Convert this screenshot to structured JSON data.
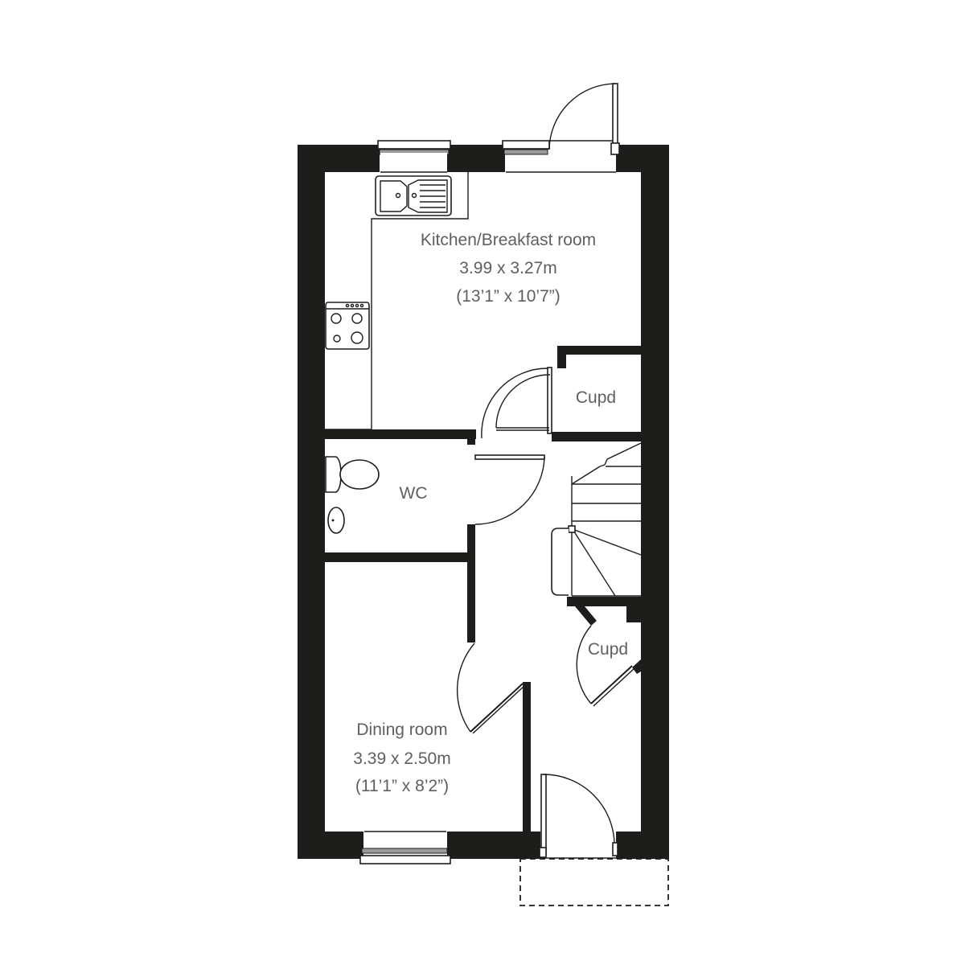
{
  "plan": {
    "type": "ground-floor-plan",
    "colors": {
      "wall": "#1d1d1b",
      "label": "#5f5f5d",
      "background": "#ffffff"
    },
    "rooms": [
      {
        "name": "Kitchen/Breakfast room",
        "metric": "3.99 x 3.27m",
        "imperial": "(13’1” x 10’7”)"
      },
      {
        "name": "Cupd"
      },
      {
        "name": "WC"
      },
      {
        "name": "Cupd"
      },
      {
        "name": "Dining room",
        "metric": "3.39 x 2.50m",
        "imperial": "(11’1” x 8’2”)"
      }
    ],
    "fixtures": [
      "sink",
      "hob",
      "toilet",
      "basin",
      "staircase"
    ]
  }
}
